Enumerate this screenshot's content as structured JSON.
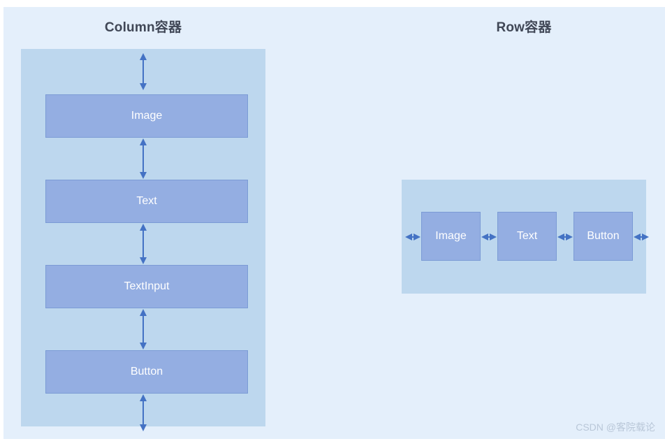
{
  "page": {
    "background_color": "#e4effb",
    "base_color": "#ffffff"
  },
  "colors": {
    "container_fill": "#bdd7ee",
    "widget_fill": "#94aee2",
    "widget_border": "#7b9bd5",
    "widget_text": "#ffffff",
    "title_text": "#404756",
    "arrow": "#4472c4",
    "watermark_text": "#b9c7d8"
  },
  "column_panel": {
    "title": "Column容器",
    "widgets": [
      {
        "label": "Image"
      },
      {
        "label": "Text"
      },
      {
        "label": "TextInput"
      },
      {
        "label": "Button"
      }
    ],
    "arrow_direction": "vertical",
    "arrow_count": 5
  },
  "row_panel": {
    "title": "Row容器",
    "widgets": [
      {
        "label": "Image"
      },
      {
        "label": "Text"
      },
      {
        "label": "Button"
      }
    ],
    "arrow_direction": "horizontal",
    "arrow_count": 4
  },
  "watermark": {
    "text": "CSDN @客院载论"
  }
}
